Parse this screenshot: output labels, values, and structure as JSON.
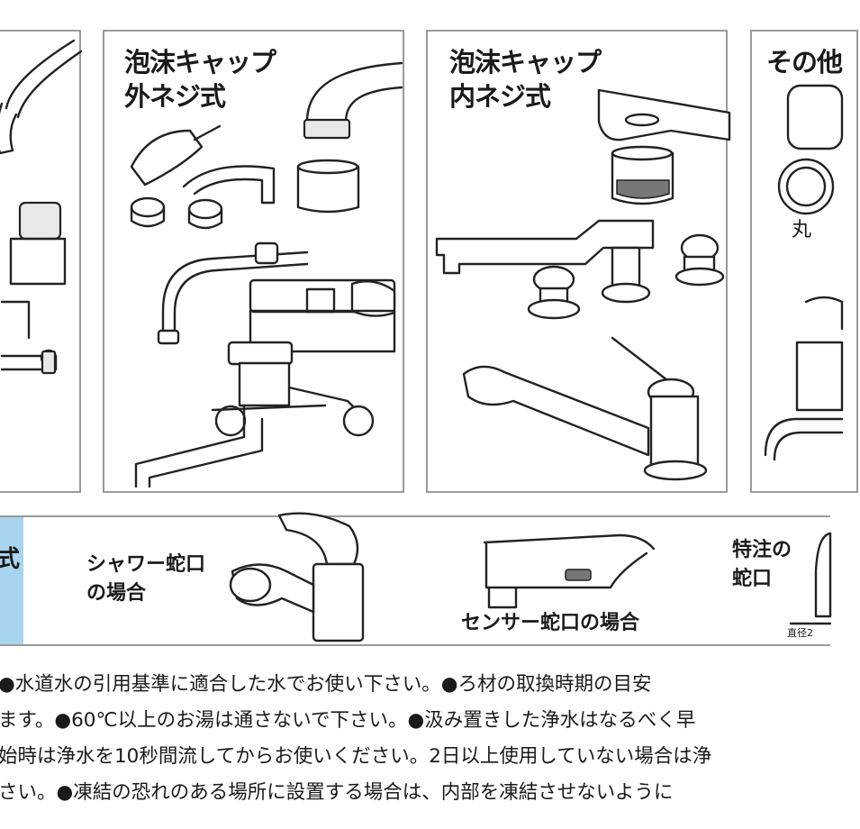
{
  "panels": {
    "outer_screw": {
      "title_line1": "泡沫キャップ",
      "title_line2": "外ネジ式"
    },
    "inner_screw": {
      "title_line1": "泡沫キャップ",
      "title_line2": "内ネジ式"
    },
    "other": {
      "title": "その他",
      "round_label": "丸"
    }
  },
  "bottom_row": {
    "blue_tab_char": "式",
    "shower": {
      "line1": "シャワー蛇口",
      "line2": "の場合"
    },
    "sensor": {
      "label": "センサー蛇口の場合"
    },
    "special": {
      "line1": "特注の",
      "line2": "蛇口",
      "dimension_label": "直径2"
    }
  },
  "notes": [
    "●水道水の引用基準に適合した水でお使い下さい。●ろ材の取換時期の目安",
    "ます。●60℃以上のお湯は通さないで下さい。●汲み置きした浄水はなるべく早",
    "始時は浄水を10秒間流してからお使いください。2日以上使用していない場合は浄",
    "さい。●凍結の恐れのある場所に設置する場合は、内部を凍結させないように"
  ]
}
